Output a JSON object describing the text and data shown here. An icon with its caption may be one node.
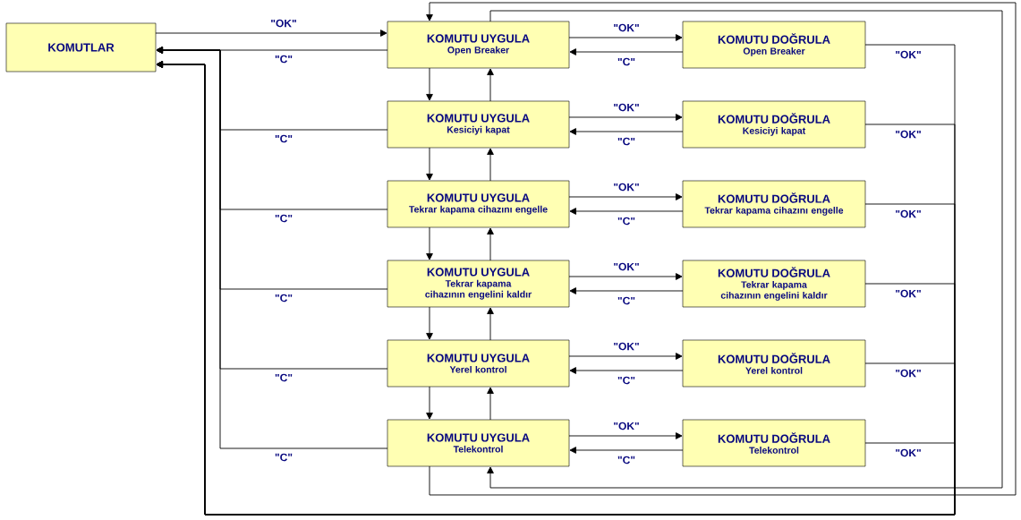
{
  "diagram": {
    "nodes": [
      {
        "text": [
          "KOMUTLAR"
        ]
      },
      {
        "text": [
          "KOMUTU UYGULA",
          "Open Breaker"
        ]
      },
      {
        "text": [
          "KOMUTU DOĞRULA",
          "Open Breaker"
        ]
      },
      {
        "text": [
          "KOMUTU UYGULA",
          "Kesiciyi kapat"
        ]
      },
      {
        "text": [
          "KOMUTU DOĞRULA",
          "Kesiciyi kapat"
        ]
      },
      {
        "text": [
          "KOMUTU UYGULA",
          "Tekrar kapama cihazını engelle"
        ]
      },
      {
        "text": [
          "KOMUTU DOĞRULA",
          "Tekrar kapama cihazını engelle"
        ]
      },
      {
        "text": [
          "KOMUTU UYGULA",
          "Tekrar kapama cihazının engelini kaldır"
        ]
      },
      {
        "text": [
          "KOMUTU DOĞRULA",
          "Tekrar kapama cihazının engelini kaldır"
        ]
      },
      {
        "text": [
          "KOMUTU UYGULA",
          "Yerel kontrol"
        ]
      },
      {
        "text": [
          "KOMUTU DOĞRULA",
          "Yerel kontrol"
        ]
      },
      {
        "text": [
          "KOMUTU UYGULA",
          "Telekontrol"
        ]
      },
      {
        "text": [
          "KOMUTU DOĞRULA",
          "Telekontrol"
        ]
      }
    ],
    "edges": [
      {
        "from": 0,
        "to": 1,
        "arrow": "to",
        "label": "\"OK\""
      },
      {
        "from": 1,
        "to": 0,
        "arrow": "to",
        "label": "\"C\""
      },
      {
        "from": 3,
        "to": 0,
        "arrow": "to",
        "label": "\"C\""
      },
      {
        "from": 5,
        "to": 0,
        "arrow": "to",
        "label": "\"C\""
      },
      {
        "from": 7,
        "to": 0,
        "arrow": "to",
        "label": "\"C\""
      },
      {
        "from": 9,
        "to": 0,
        "arrow": "to",
        "label": "\"C\""
      },
      {
        "from": 11,
        "to": 0,
        "arrow": "to",
        "label": "\"C\""
      },
      {
        "from": 1,
        "to": 2,
        "arrow": "to",
        "label": "\"OK\""
      },
      {
        "from": 2,
        "to": 1,
        "arrow": "to",
        "label": "\"C\""
      },
      {
        "from": 3,
        "to": 4,
        "arrow": "to",
        "label": "\"OK\""
      },
      {
        "from": 4,
        "to": 3,
        "arrow": "to",
        "label": "\"C\""
      },
      {
        "from": 5,
        "to": 6,
        "arrow": "to",
        "label": "\"OK\""
      },
      {
        "from": 6,
        "to": 5,
        "arrow": "to",
        "label": "\"C\""
      },
      {
        "from": 7,
        "to": 8,
        "arrow": "to",
        "label": "\"OK\""
      },
      {
        "from": 8,
        "to": 7,
        "arrow": "to",
        "label": "\"C\""
      },
      {
        "from": 9,
        "to": 10,
        "arrow": "to",
        "label": "\"OK\""
      },
      {
        "from": 10,
        "to": 9,
        "arrow": "to",
        "label": "\"C\""
      },
      {
        "from": 11,
        "to": 12,
        "arrow": "to",
        "label": "\"OK\""
      },
      {
        "from": 12,
        "to": 11,
        "arrow": "to",
        "label": "\"C\""
      },
      {
        "from": 2,
        "to": 0,
        "arrow": "to",
        "label": "\"OK\""
      },
      {
        "from": 4,
        "to": 0,
        "arrow": "to",
        "label": "\"OK\""
      },
      {
        "from": 6,
        "to": 0,
        "arrow": "to",
        "label": "\"OK\""
      },
      {
        "from": 8,
        "to": 0,
        "arrow": "to",
        "label": "\"OK\""
      },
      {
        "from": 10,
        "to": 0,
        "arrow": "to",
        "label": "\"OK\""
      },
      {
        "from": 12,
        "to": 0,
        "arrow": "to",
        "label": "\"OK\""
      },
      {
        "from": 1,
        "to": 3,
        "arrow": "to"
      },
      {
        "from": 3,
        "to": 5,
        "arrow": "to"
      },
      {
        "from": 5,
        "to": 7,
        "arrow": "to"
      },
      {
        "from": 7,
        "to": 9,
        "arrow": "to"
      },
      {
        "from": 9,
        "to": 11,
        "arrow": "to"
      },
      {
        "from": 3,
        "to": 1,
        "arrow": "to"
      },
      {
        "from": 5,
        "to": 3,
        "arrow": "to"
      },
      {
        "from": 7,
        "to": 5,
        "arrow": "to"
      },
      {
        "from": 9,
        "to": 7,
        "arrow": "to"
      },
      {
        "from": 11,
        "to": 9,
        "arrow": "to"
      },
      {
        "from": 11,
        "to": 1,
        "arrow": "to"
      },
      {
        "from": 1,
        "to": 11,
        "arrow": "to"
      }
    ]
  }
}
